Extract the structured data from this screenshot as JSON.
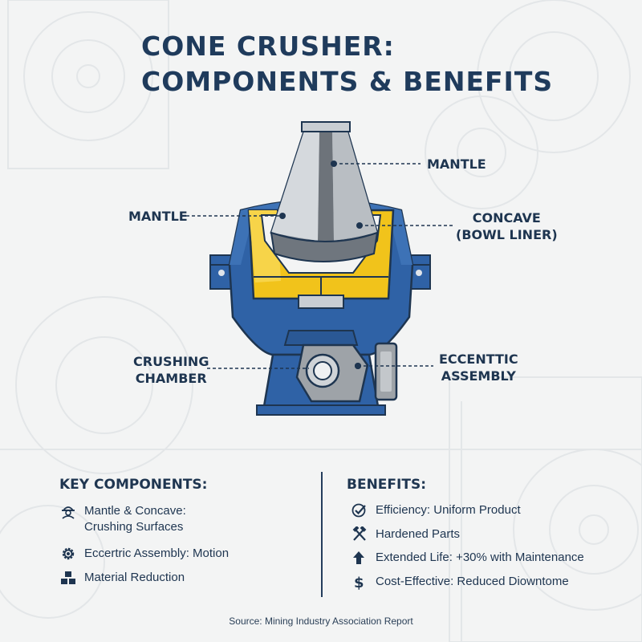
{
  "title": {
    "line1": "CONE CRUSHER:",
    "line2": "COMPONENTS & BENEFITS"
  },
  "callouts": {
    "mantle_top": "MANTLE",
    "mantle_left": "MANTLE",
    "concave": [
      "CONCAVE",
      "(BOWL LINER)"
    ],
    "crushing_chamber": [
      "CRUSHING",
      "CHAMBER"
    ],
    "eccentric": [
      "ECCENTTIC",
      "ASSEMBLY"
    ]
  },
  "key_components": {
    "heading": "KEY COMPONENTS:",
    "items": [
      {
        "icon": "worker-helmet-icon",
        "lines": [
          "Mantle & Concave:",
          "Crushing Surfaces"
        ]
      },
      {
        "icon": "gear-icon",
        "lines": [
          "Eccertric Assembly: Motion"
        ]
      },
      {
        "icon": "blocks-icon",
        "lines": [
          "Material Reduction"
        ]
      }
    ]
  },
  "benefits": {
    "heading": "BENEFITS:",
    "items": [
      {
        "icon": "check-circle-icon",
        "text": "Efficiency: Uniform Product"
      },
      {
        "icon": "crossed-hammers-icon",
        "text": "Hardened Parts"
      },
      {
        "icon": "up-arrow-icon",
        "text": "Extended Life: +30% with Maintenance"
      },
      {
        "icon": "dollar-icon",
        "text": "Cost-Effective: Reduced Diowntome"
      }
    ]
  },
  "source": "Source: Mining Industry Association Report",
  "colors": {
    "navy": "#1f3b5c",
    "body_blue": "#2f62a6",
    "yellow": "#f1c31b",
    "steel": "#9ea3a8",
    "background": "#f3f4f4"
  }
}
